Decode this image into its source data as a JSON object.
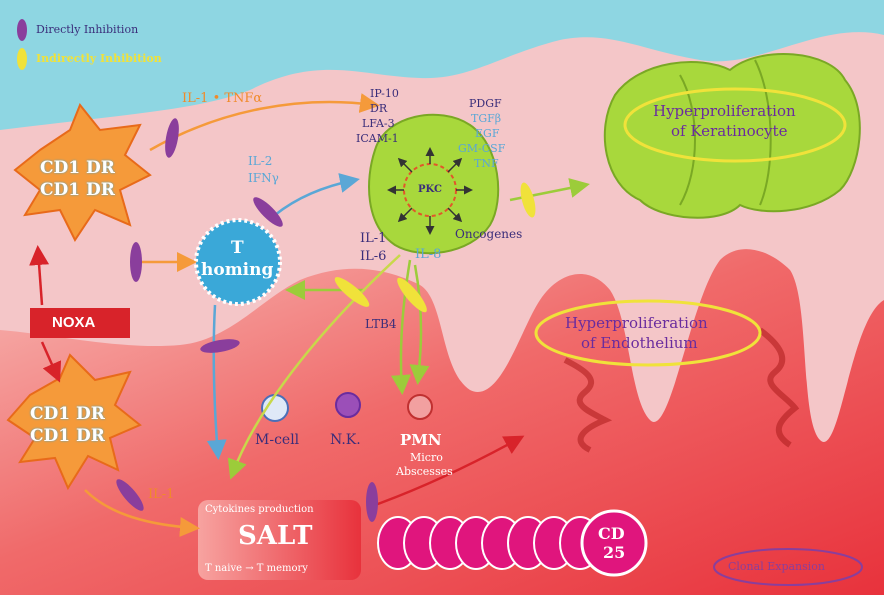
{
  "legend": {
    "direct": "Directly Inhibition",
    "indirect": "Indirectly Inhibition"
  },
  "cells": {
    "apc_top": [
      "CD1 DR",
      "CD1 DR"
    ],
    "apc_bottom": [
      "CD1 DR",
      "CD1 DR"
    ],
    "t_homing": [
      "T",
      "homing"
    ],
    "noxa": "NOXA",
    "pkc": "PKC",
    "cd25": [
      "CD",
      "25"
    ],
    "salt": {
      "top": "Cytokines production",
      "title": "SALT",
      "bottom": "T naive → T memory"
    },
    "m_cell": "M-cell",
    "nk": "N.K.",
    "pmn": "PMN",
    "pmn_sub": [
      "Micro",
      "Abscesses"
    ]
  },
  "labels": {
    "il1_tnf": "IL-1 • TNFα",
    "il2": "IL-2",
    "ifn": "IFNγ",
    "il1": "IL-1",
    "il1_left": "IL-1",
    "il6": "IL-6",
    "il8": "IL-8",
    "ltb4": "LTB4",
    "oncogenes": "Oncogenes",
    "surface": [
      "IP-10",
      "DR",
      "LFA-3",
      "ICAM-1"
    ],
    "growth": [
      "PDGF",
      "TGFβ",
      "EGF",
      "GM-CSF",
      "TNF"
    ]
  },
  "outcomes": {
    "keratinocyte": [
      "Hyperproliferation",
      "of Keratinocyte"
    ],
    "endothelium": [
      "Hyperproliferation",
      "of Endothelium"
    ],
    "clonal": "Clonal Expansion"
  },
  "colors": {
    "sky": "#8ed6e2",
    "skin": "#f4c6c8",
    "dermis": "#ef5a64",
    "keratinocyte": "#a8d83c",
    "violet": "#8a3e9c",
    "yellow": "#f0e23a",
    "orange": "#f59a3a",
    "tcell": "#3aa8d8",
    "noxa": "#d8232a",
    "cd25": "#e0157d"
  }
}
